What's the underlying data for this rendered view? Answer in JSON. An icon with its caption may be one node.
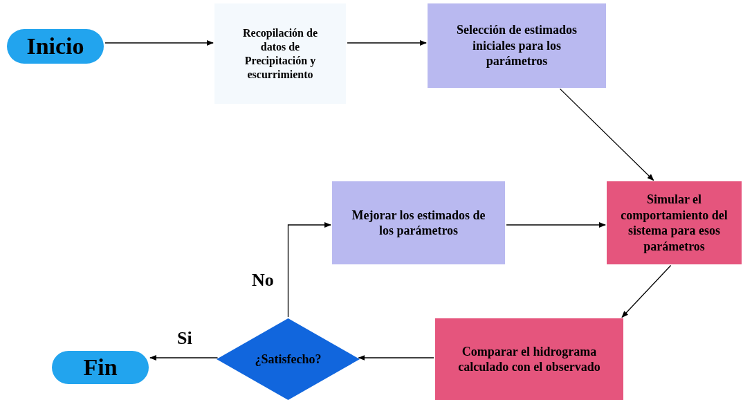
{
  "diagram": {
    "nodes": [
      {
        "text": [
          "Inicio"
        ]
      },
      {
        "text": [
          "Recopilación de datos de Precipitación y escurrimiento"
        ]
      },
      {
        "text": [
          "Selección de estimados iniciales para los parámetros"
        ]
      },
      {
        "text": [
          "Simular el comportamiento del sistema para esos parámetros"
        ]
      },
      {
        "text": [
          "Mejorar los estimados de los parámetros"
        ]
      },
      {
        "text": [
          "¿Satisfecho?"
        ]
      },
      {
        "text": [
          "Comparar el hidrograma calculado con el observado"
        ]
      },
      {
        "text": [
          "Fin"
        ]
      }
    ],
    "edges": [
      {
        "from": 0,
        "to": 1,
        "arrow": "to"
      },
      {
        "from": 1,
        "to": 2,
        "arrow": "to"
      },
      {
        "from": 2,
        "to": 3,
        "arrow": "to"
      },
      {
        "from": 4,
        "to": 3,
        "arrow": "to"
      },
      {
        "from": 3,
        "to": 6,
        "arrow": "to"
      },
      {
        "from": 6,
        "to": 5,
        "arrow": "to"
      },
      {
        "from": 5,
        "to": 4,
        "arrow": "to",
        "label": "No"
      },
      {
        "from": 5,
        "to": 7,
        "arrow": "to",
        "label": "Si"
      }
    ]
  }
}
